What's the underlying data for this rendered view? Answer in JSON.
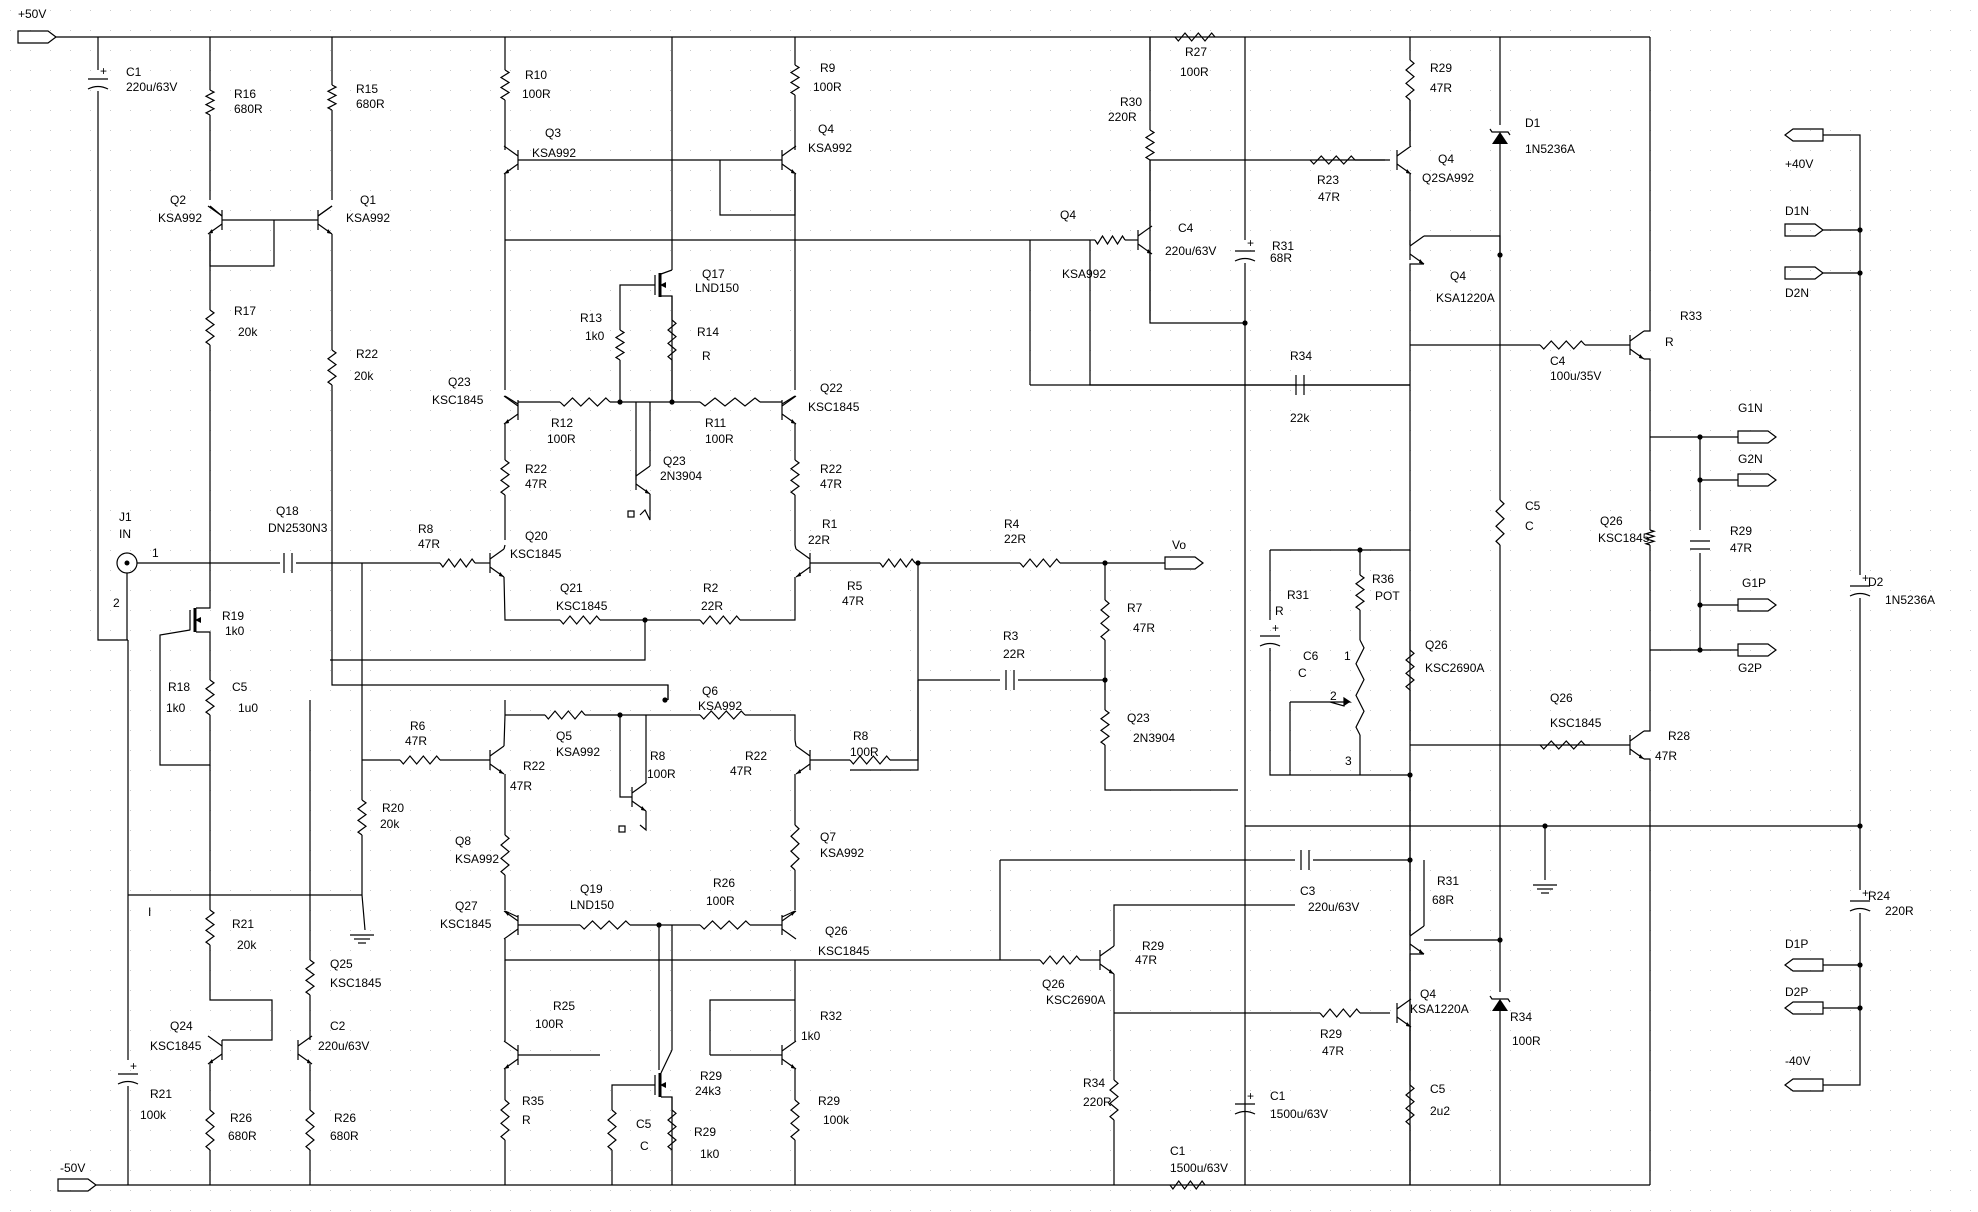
{
  "rails": {
    "pos50": "+50V",
    "neg50": "-50V",
    "pos40": "+40V",
    "neg40": "-40V"
  },
  "ports": {
    "d1n": "D1N",
    "d2n": "D2N",
    "d1p": "D1P",
    "d2p": "D2P",
    "g1n": "G1N",
    "g2n": "G2N",
    "g1p": "G1P",
    "g2p": "G2P",
    "vo": "Vo"
  },
  "j1": {
    "ref": "J1",
    "name": "IN",
    "pin1": "1",
    "pin2": "2"
  },
  "node_i": "I",
  "pot_pins": {
    "p1": "1",
    "p2": "2",
    "p3": "3"
  },
  "parts": [
    {
      "ref": "C1",
      "val": "220u/63V"
    },
    {
      "ref": "R16",
      "val": "680R"
    },
    {
      "ref": "R15",
      "val": "680R"
    },
    {
      "ref": "Q2",
      "val": "KSA992"
    },
    {
      "ref": "Q1",
      "val": "KSA992"
    },
    {
      "ref": "R17",
      "val": "20k"
    },
    {
      "ref": "R22",
      "val": "20k"
    },
    {
      "ref": "Q18",
      "val": "DN2530N3"
    },
    {
      "ref": "R19",
      "val": "1k0"
    },
    {
      "ref": "R18",
      "val": "1k0"
    },
    {
      "ref": "C5",
      "val": "1u0"
    },
    {
      "ref": "R21",
      "val": "100k"
    },
    {
      "ref": "R20",
      "val": "20k"
    },
    {
      "ref": "R21",
      "val": "20k"
    },
    {
      "ref": "Q25",
      "val": "KSC1845"
    },
    {
      "ref": "Q24",
      "val": "KSC1845"
    },
    {
      "ref": "C2",
      "val": "220u/63V"
    },
    {
      "ref": "R26",
      "val": "680R"
    },
    {
      "ref": "R26",
      "val": "680R"
    },
    {
      "ref": "R10",
      "val": "100R"
    },
    {
      "ref": "R9",
      "val": "100R"
    },
    {
      "ref": "Q3",
      "val": "KSA992"
    },
    {
      "ref": "Q4",
      "val": "KSA992"
    },
    {
      "ref": "Q17",
      "val": "LND150"
    },
    {
      "ref": "R13",
      "val": "1k0"
    },
    {
      "ref": "R14",
      "val": "R"
    },
    {
      "ref": "Q23",
      "val": "KSC1845"
    },
    {
      "ref": "Q22",
      "val": "KSC1845"
    },
    {
      "ref": "R12",
      "val": "100R"
    },
    {
      "ref": "R11",
      "val": "100R"
    },
    {
      "ref": "R22",
      "val": "47R"
    },
    {
      "ref": "R22",
      "val": "47R"
    },
    {
      "ref": "Q23",
      "val": "2N3904"
    },
    {
      "ref": "R8",
      "val": "47R"
    },
    {
      "ref": "Q20",
      "val": "KSC1845"
    },
    {
      "ref": "Q21",
      "val": "KSC1845"
    },
    {
      "ref": "R2",
      "val": "22R"
    },
    {
      "ref": "R1",
      "val": "22R"
    },
    {
      "ref": "R5",
      "val": "47R"
    },
    {
      "ref": "R4",
      "val": "22R"
    },
    {
      "ref": "R7",
      "val": "47R"
    },
    {
      "ref": "R3",
      "val": "22R"
    },
    {
      "ref": "Q23",
      "val": "2N3904"
    },
    {
      "ref": "Q5",
      "val": "KSA992"
    },
    {
      "ref": "Q6",
      "val": "KSA992"
    },
    {
      "ref": "R6",
      "val": "47R"
    },
    {
      "ref": "R22",
      "val": "47R"
    },
    {
      "ref": "R22",
      "val": "47R"
    },
    {
      "ref": "R8",
      "val": "100R"
    },
    {
      "ref": "R8",
      "val": "100R"
    },
    {
      "ref": "Q8",
      "val": "KSA992"
    },
    {
      "ref": "Q7",
      "val": "KSA992"
    },
    {
      "ref": "Q27",
      "val": "KSC1845"
    },
    {
      "ref": "Q26",
      "val": "KSC1845"
    },
    {
      "ref": "Q19",
      "val": "LND150"
    },
    {
      "ref": "R26",
      "val": "100R"
    },
    {
      "ref": "R25",
      "val": "100R"
    },
    {
      "ref": "R32",
      "val": "1k0"
    },
    {
      "ref": "R35",
      "val": "R"
    },
    {
      "ref": "R29",
      "val": "100k"
    },
    {
      "ref": "R29",
      "val": "24k3"
    },
    {
      "ref": "C5",
      "val": "C"
    },
    {
      "ref": "R29",
      "val": "1k0"
    },
    {
      "ref": "R27",
      "val": "100R"
    },
    {
      "ref": "R30",
      "val": "220R"
    },
    {
      "ref": "R23",
      "val": "47R"
    },
    {
      "ref": "Q4",
      "val": "KSA992"
    },
    {
      "ref": "C4",
      "val": "220u/63V"
    },
    {
      "ref": "R31",
      "val": "68R"
    },
    {
      "ref": "R29",
      "val": "47R"
    },
    {
      "ref": "Q4",
      "val": "Q2SA992"
    },
    {
      "ref": "Q4",
      "val": "KSA1220A"
    },
    {
      "ref": "D1",
      "val": "1N5236A"
    },
    {
      "ref": "C5",
      "val": "C"
    },
    {
      "ref": "R34",
      "val": "22k"
    },
    {
      "ref": "C4",
      "val": "100u/35V"
    },
    {
      "ref": "R33",
      "val": "R"
    },
    {
      "ref": "R36",
      "val": "POT"
    },
    {
      "ref": "R31",
      "val": "R"
    },
    {
      "ref": "C6",
      "val": "C"
    },
    {
      "ref": "Q26",
      "val": "KSC2690A"
    },
    {
      "ref": "Q26",
      "val": "KSC1845"
    },
    {
      "ref": "R28",
      "val": "47R"
    },
    {
      "ref": "R29",
      "val": "47R"
    },
    {
      "ref": "Q26",
      "val": "KSC1845"
    },
    {
      "ref": "D2",
      "val": "1N5236A"
    },
    {
      "ref": "R24",
      "val": "220R"
    },
    {
      "ref": "C3",
      "val": "220u/63V"
    },
    {
      "ref": "R31",
      "val": "68R"
    },
    {
      "ref": "R34",
      "val": "100R"
    },
    {
      "ref": "Q26",
      "val": "KSC2690A"
    },
    {
      "ref": "R29",
      "val": "47R"
    },
    {
      "ref": "R34",
      "val": "220R"
    },
    {
      "ref": "R29",
      "val": "47R"
    },
    {
      "ref": "Q4",
      "val": "KSA1220A"
    },
    {
      "ref": "C5",
      "val": "2u2"
    },
    {
      "ref": "C1",
      "val": "1500u/63V"
    },
    {
      "ref": "C1",
      "val": "1500u/63V"
    }
  ]
}
